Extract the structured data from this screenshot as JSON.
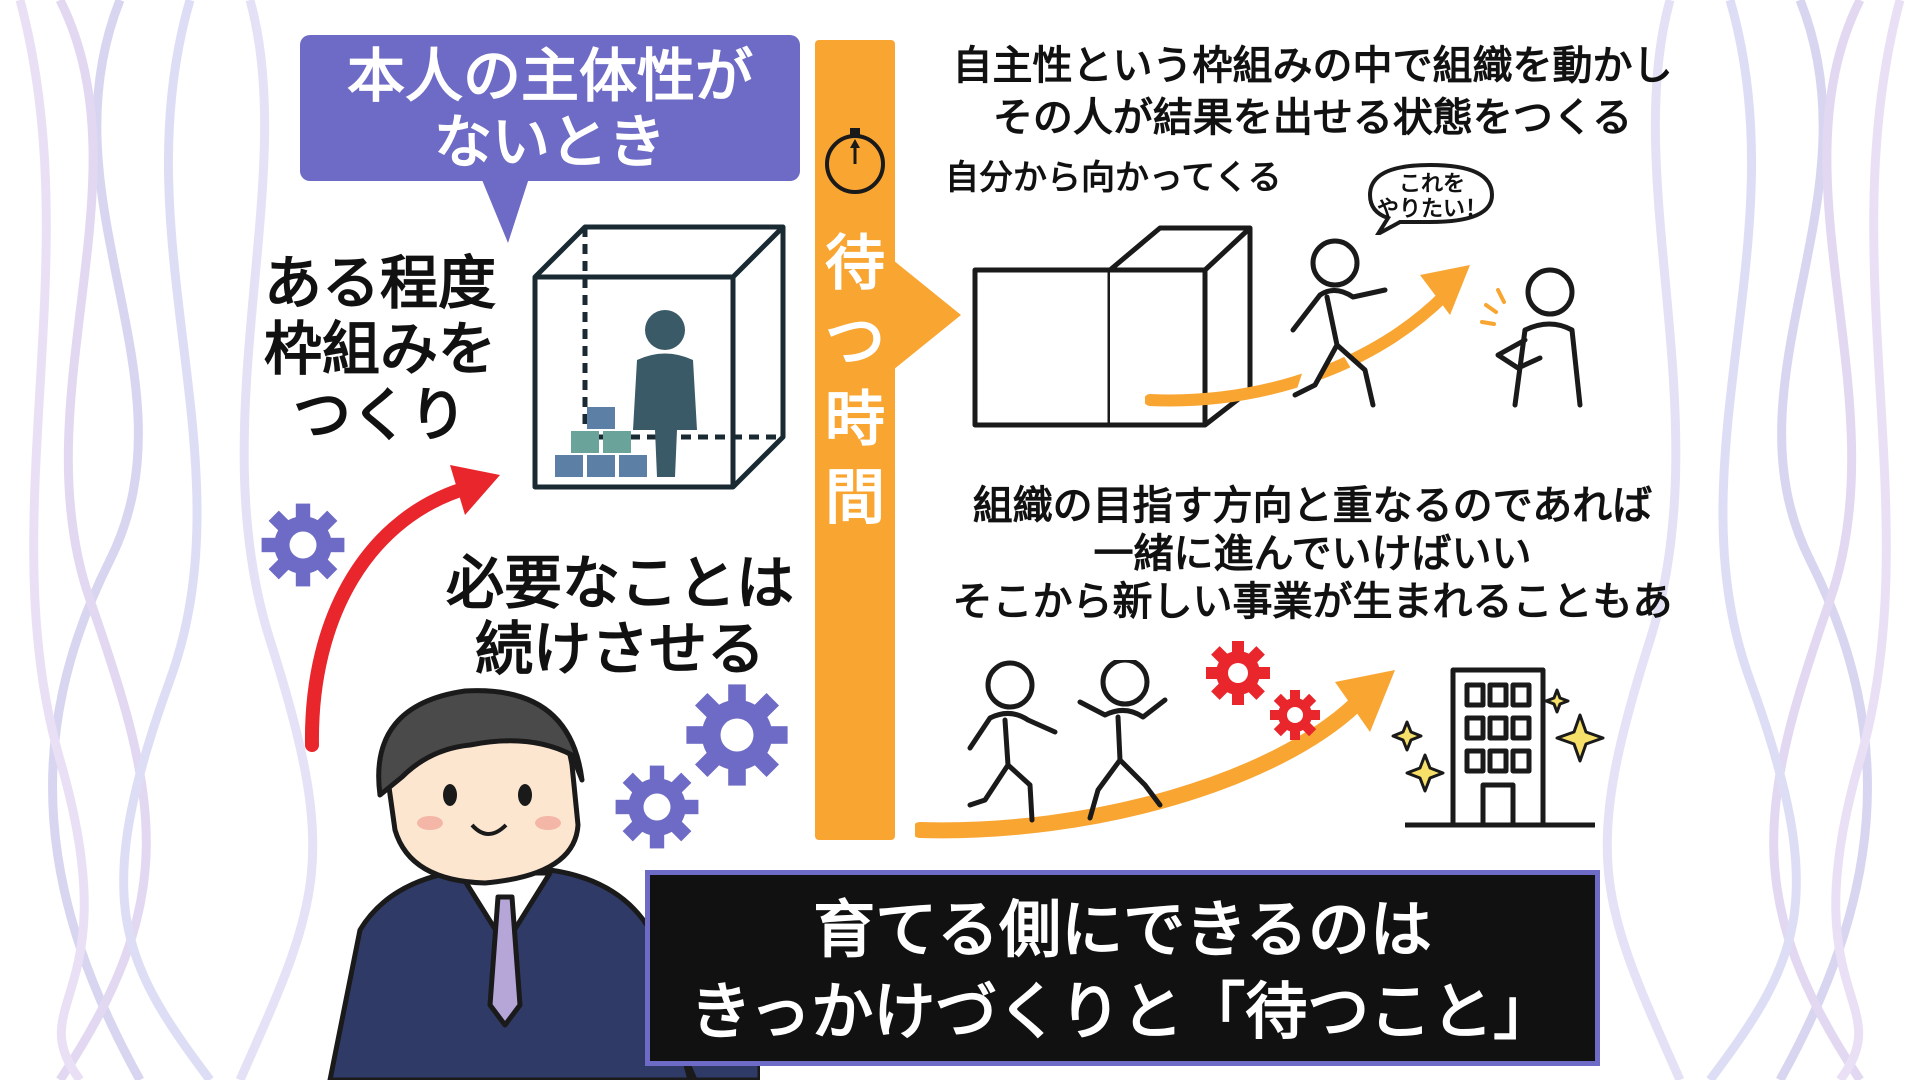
{
  "bubble": {
    "line1": "本人の主体性が",
    "line2": "ないとき"
  },
  "left_steps": {
    "framework_lines": [
      "ある程度",
      "枠組みを",
      "つくり"
    ],
    "continue_lines": [
      "必要なことは",
      "続けさせる"
    ]
  },
  "wait_bar": {
    "chars": [
      "待",
      "つ",
      "時",
      "間"
    ]
  },
  "top_right": {
    "lines": [
      "自主性という枠組みの中で組織を動かし",
      "その人が結果を出せる状態をつくる"
    ],
    "sub": "自分から向かってくる",
    "speech": [
      "これを",
      "やりたい！"
    ]
  },
  "bottom_right": {
    "lines": [
      "組織の目指す方向と重なるのであれば",
      "一緒に進んでいけばいい",
      "そこから新しい事業が生まれることもあ"
    ]
  },
  "banner": {
    "line1": "育てる側にできるのは",
    "line2": "きっかけづくりと「待つこと」"
  },
  "colors": {
    "purple": "#6e6bc6",
    "orange": "#f9a532",
    "red_arrow": "#e8262c",
    "dark": "#111111"
  }
}
